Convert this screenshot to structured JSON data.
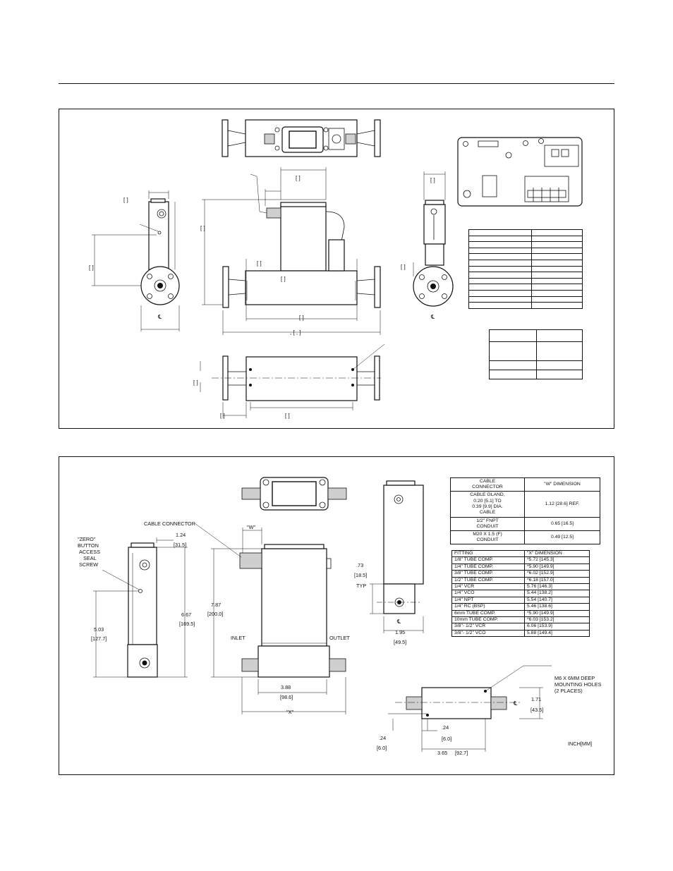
{
  "w_table": {
    "headers": [
      "CABLE\nCONNECTOR",
      "\"W\" DIMENSION"
    ],
    "rows": [
      [
        "CABLE GLAND,\n0.20 [5.1] TO\n0.39 [9.9] DIA.\nCABLE",
        "1.12 [28.6] REF."
      ],
      [
        "1/2\" FNPT\nCONDUIT",
        "0.65 [16.5]"
      ],
      [
        "M20 X 1.5 (F)\nCONDUIT",
        "0.49 [12.5]"
      ]
    ]
  },
  "x_table": {
    "headers": [
      "FITTING",
      "\"X\" DIMENSION"
    ],
    "rows": [
      [
        "1/8\" TUBE COMP.",
        "*5.72 [145.3]"
      ],
      [
        "1/4\" TUBE COMP.",
        "*5.90 [149.9]"
      ],
      [
        "3/8\" TUBE COMP.",
        "*6.02 [152.9]"
      ],
      [
        "1/2\" TUBE COMP.",
        "*6.18 [157.0]"
      ],
      [
        "1/4\" VCR",
        "5.76 [146.3]"
      ],
      [
        "1/4\" VCO",
        "5.44 [138.2]"
      ],
      [
        "1/4\" NPT",
        "5.54 [140.7]"
      ],
      [
        "1/4\" RC (BSP)",
        "5.46 [138.6]"
      ],
      [
        "6mm TUBE COMP.",
        "*5.90 [149.9]"
      ],
      [
        "10mm TUBE COMP.",
        "*6.03 [153.2]"
      ],
      [
        "3/8\"- 1/2\" VCR",
        "6.06 [153.9]"
      ],
      [
        "3/8\"- 1/2\" VCO",
        "5.88 [149.4]"
      ]
    ]
  },
  "bottom": {
    "zero_label": [
      "\"ZERO\"",
      "BUTTON",
      "ACCESS",
      "SEAL",
      "SCREW"
    ],
    "cable_connector": "CABLE CONNECTOR",
    "dim_124": "1.24",
    "dim_315": "31.5",
    "dim_667": "6.67",
    "dim_1695": "169.5",
    "dim_503": "5.03",
    "dim_1277": "127.7",
    "dim_787": "7.87",
    "dim_2000": "200.0",
    "w_label": "\"W\"",
    "inlet": "INLET",
    "outlet": "OUTLET",
    "dim_386": "3.88",
    "dim_986": "98.6",
    "x_label": "\"X\"",
    "dim_73": ".73",
    "dim_185": "18.5",
    "typ": "TYP",
    "cl": "℄",
    "dim_195": "1.95",
    "dim_495": "49.5",
    "holes_label": [
      "M6 X 6MM DEEP",
      "MOUNTING HOLES",
      "(2 PLACES)"
    ],
    "dim_171": "1.71",
    "dim_435": "43.5",
    "dim_24a": ".24",
    "dim_60a": "6.0",
    "dim_24b": ".24",
    "dim_60b": "6.0",
    "dim_365": "3.65",
    "dim_927": "92.7",
    "units": "INCH[MM]"
  }
}
